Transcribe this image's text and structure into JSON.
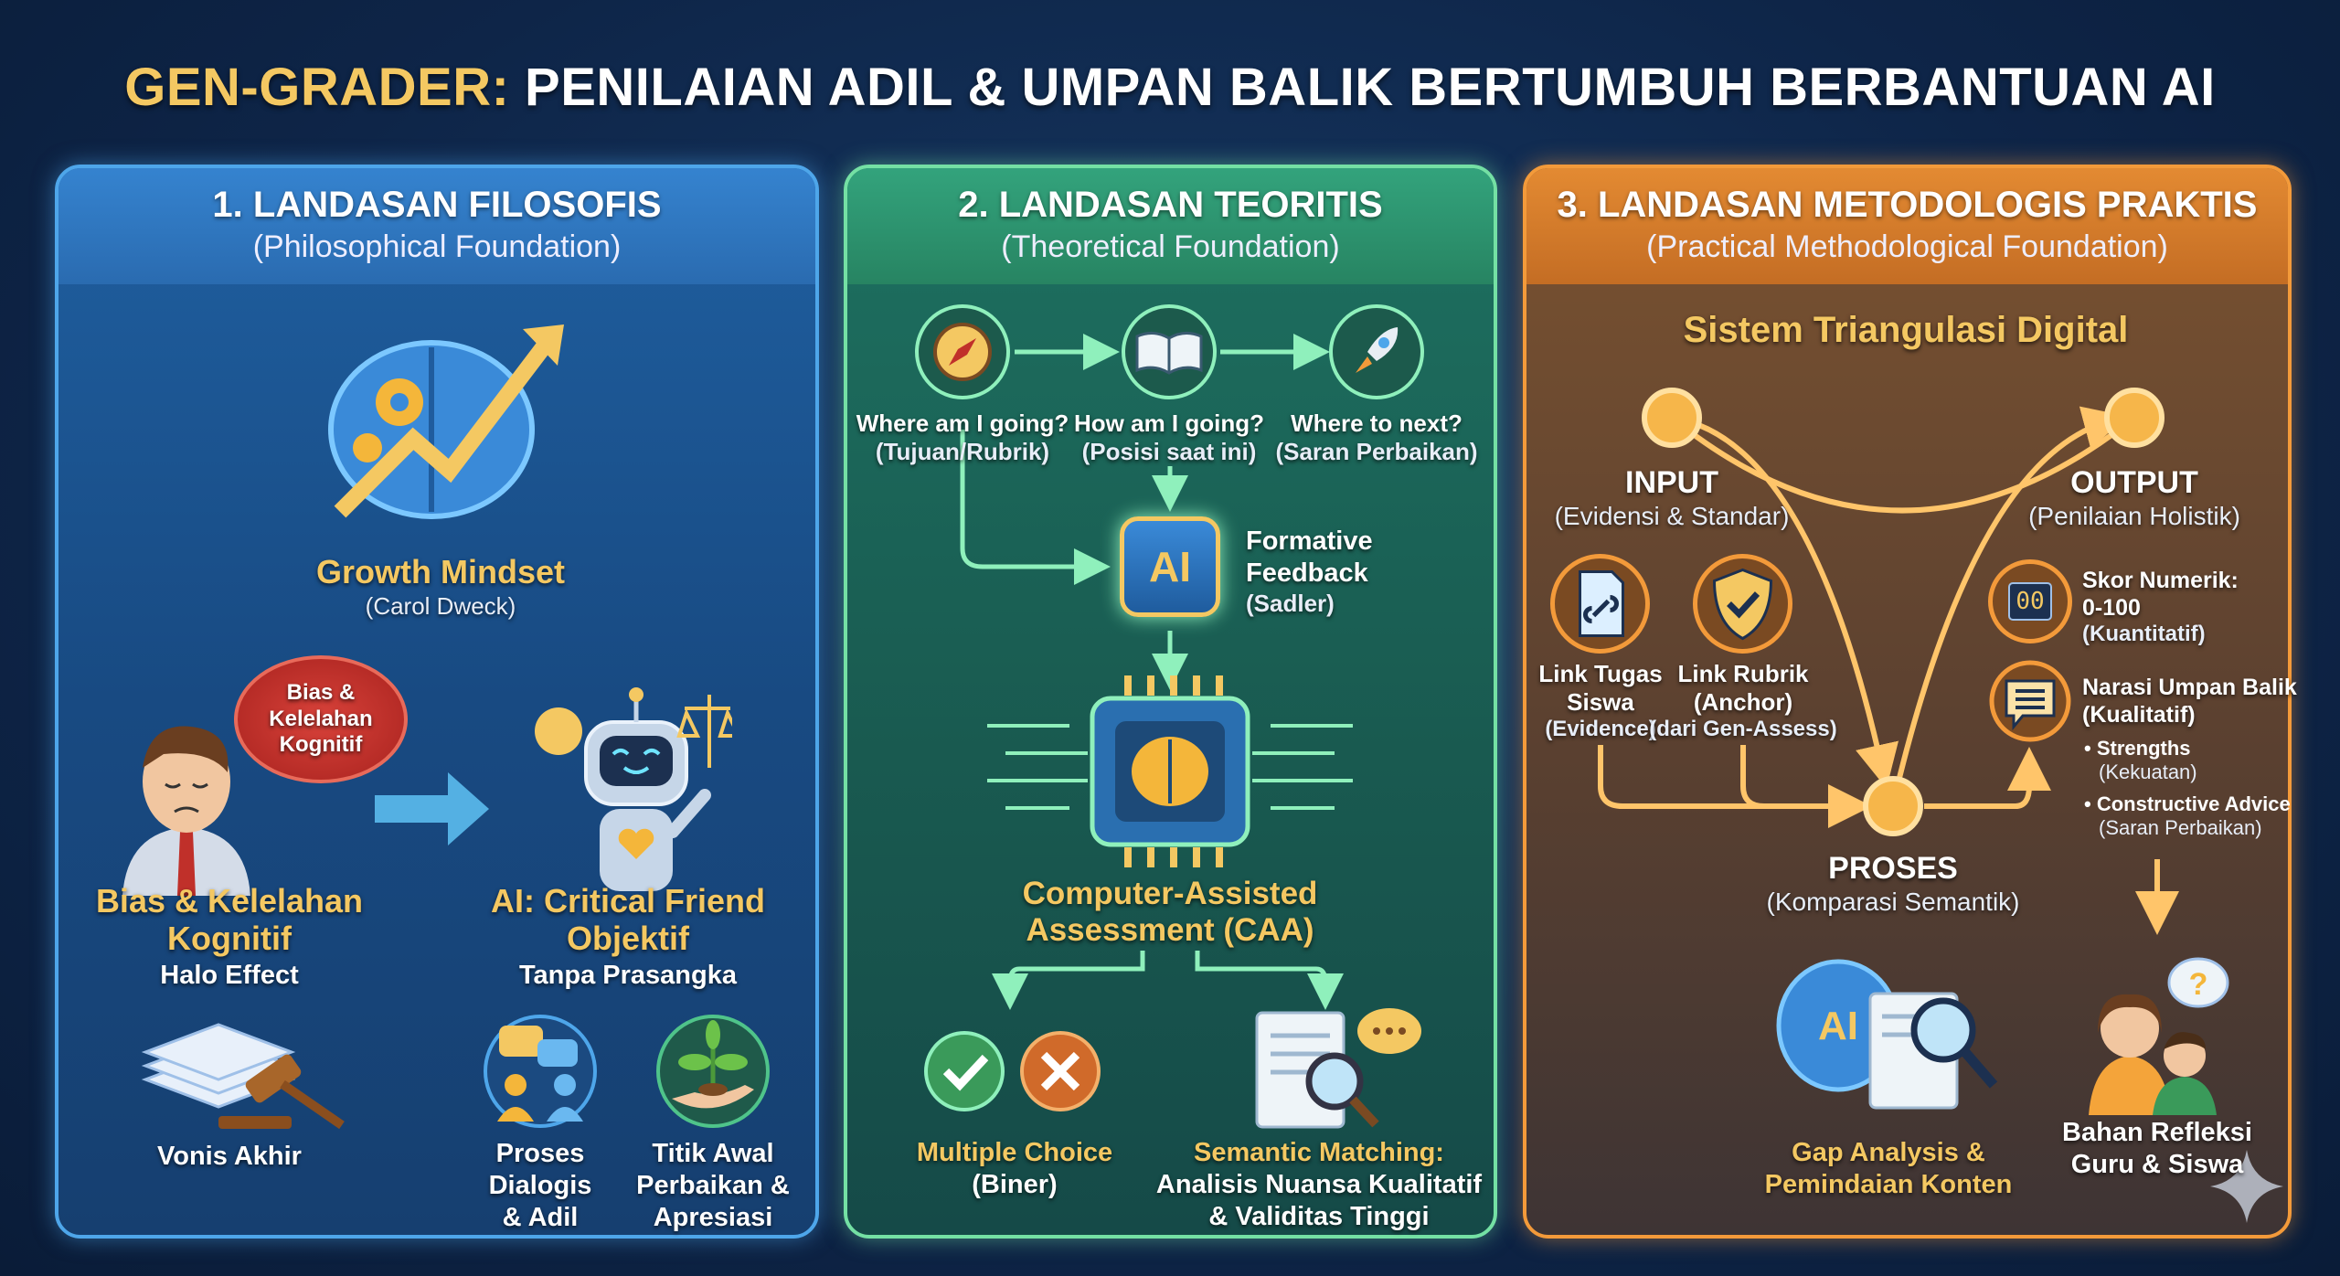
{
  "title": {
    "prefix": "GEN-GRADER:",
    "main": "PENILAIAN ADIL & UMPAN BALIK BERTUMBUH BERBANTUAN AI"
  },
  "panels": [
    {
      "heading": "1. LANDASAN FILOSOFIS",
      "subheading": "(Philosophical Foundation)",
      "growth": {
        "title": "Growth Mindset",
        "author": "(Carol Dweck)"
      },
      "thought_bubble": [
        "Bias &",
        "Kelelahan",
        "Kognitif"
      ],
      "human": {
        "title_1": "Bias & Kelelahan",
        "title_2": "Kognitif",
        "caption": "Halo Effect"
      },
      "ai": {
        "title_1": "AI: Critical Friend",
        "title_2": "Objektif",
        "caption": "Tanpa Prasangka"
      },
      "verdict": "Vonis Akhir",
      "dialog": [
        "Proses",
        "Dialogis",
        "& Adil"
      ],
      "start": [
        "Titik Awal",
        "Perbaikan &",
        "Apresiasi"
      ]
    },
    {
      "heading": "2. LANDASAN TEORITIS",
      "subheading": "(Theoretical Foundation)",
      "questions": [
        {
          "q": "Where am I going?",
          "a": "(Tujuan/Rubrik)"
        },
        {
          "q": "How am I going?",
          "a": "(Posisi saat ini)"
        },
        {
          "q": "Where to next?",
          "a": "(Saran Perbaikan)"
        }
      ],
      "chip_label": "AI",
      "formative": [
        "Formative",
        "Feedback",
        "(Sadler)"
      ],
      "caa": [
        "Computer-Assisted",
        "Assessment (CAA)"
      ],
      "mc": {
        "title": "Multiple Choice",
        "sub": "(Biner)"
      },
      "semantic": [
        "Semantic Matching:",
        "Analisis Nuansa Kualitatif",
        "& Validitas Tinggi"
      ]
    },
    {
      "heading": "3. LANDASAN METODOLOGIS PRAKTIS",
      "subheading": "(Practical Methodological Foundation)",
      "system": "Sistem Triangulasi Digital",
      "input": {
        "title": "INPUT",
        "sub": "(Evidensi & Standar)"
      },
      "output": {
        "title": "OUTPUT",
        "sub": "(Penilaian Holistik)"
      },
      "link_task": [
        "Link Tugas",
        "Siswa",
        "(Evidence)"
      ],
      "link_rubric": [
        "Link Rubrik",
        "(Anchor)",
        "(dari Gen-Assess)"
      ],
      "score": [
        "Skor Numerik:",
        "0-100",
        "(Kuantitatif)"
      ],
      "score_display": "00",
      "narrative": [
        "Narasi Umpan Balik",
        "(Kualitatif)"
      ],
      "bullets": [
        {
          "title": "Strengths",
          "sub": "(Kekuatan)"
        },
        {
          "title": "Constructive Advice",
          "sub": "(Saran Perbaikan)"
        }
      ],
      "process": {
        "title": "PROSES",
        "sub": "(Komparasi Semantik)"
      },
      "gap_ai": "AI",
      "gap": [
        "Gap Analysis &",
        "Pemindaian Konten"
      ],
      "reflect": [
        "Bahan Refleksi",
        "Guru & Siswa"
      ]
    }
  ],
  "colors": {
    "gold": "#f4c862",
    "blue": "#4ea6ea",
    "green": "#74e0a4",
    "orange": "#f39a3a"
  }
}
